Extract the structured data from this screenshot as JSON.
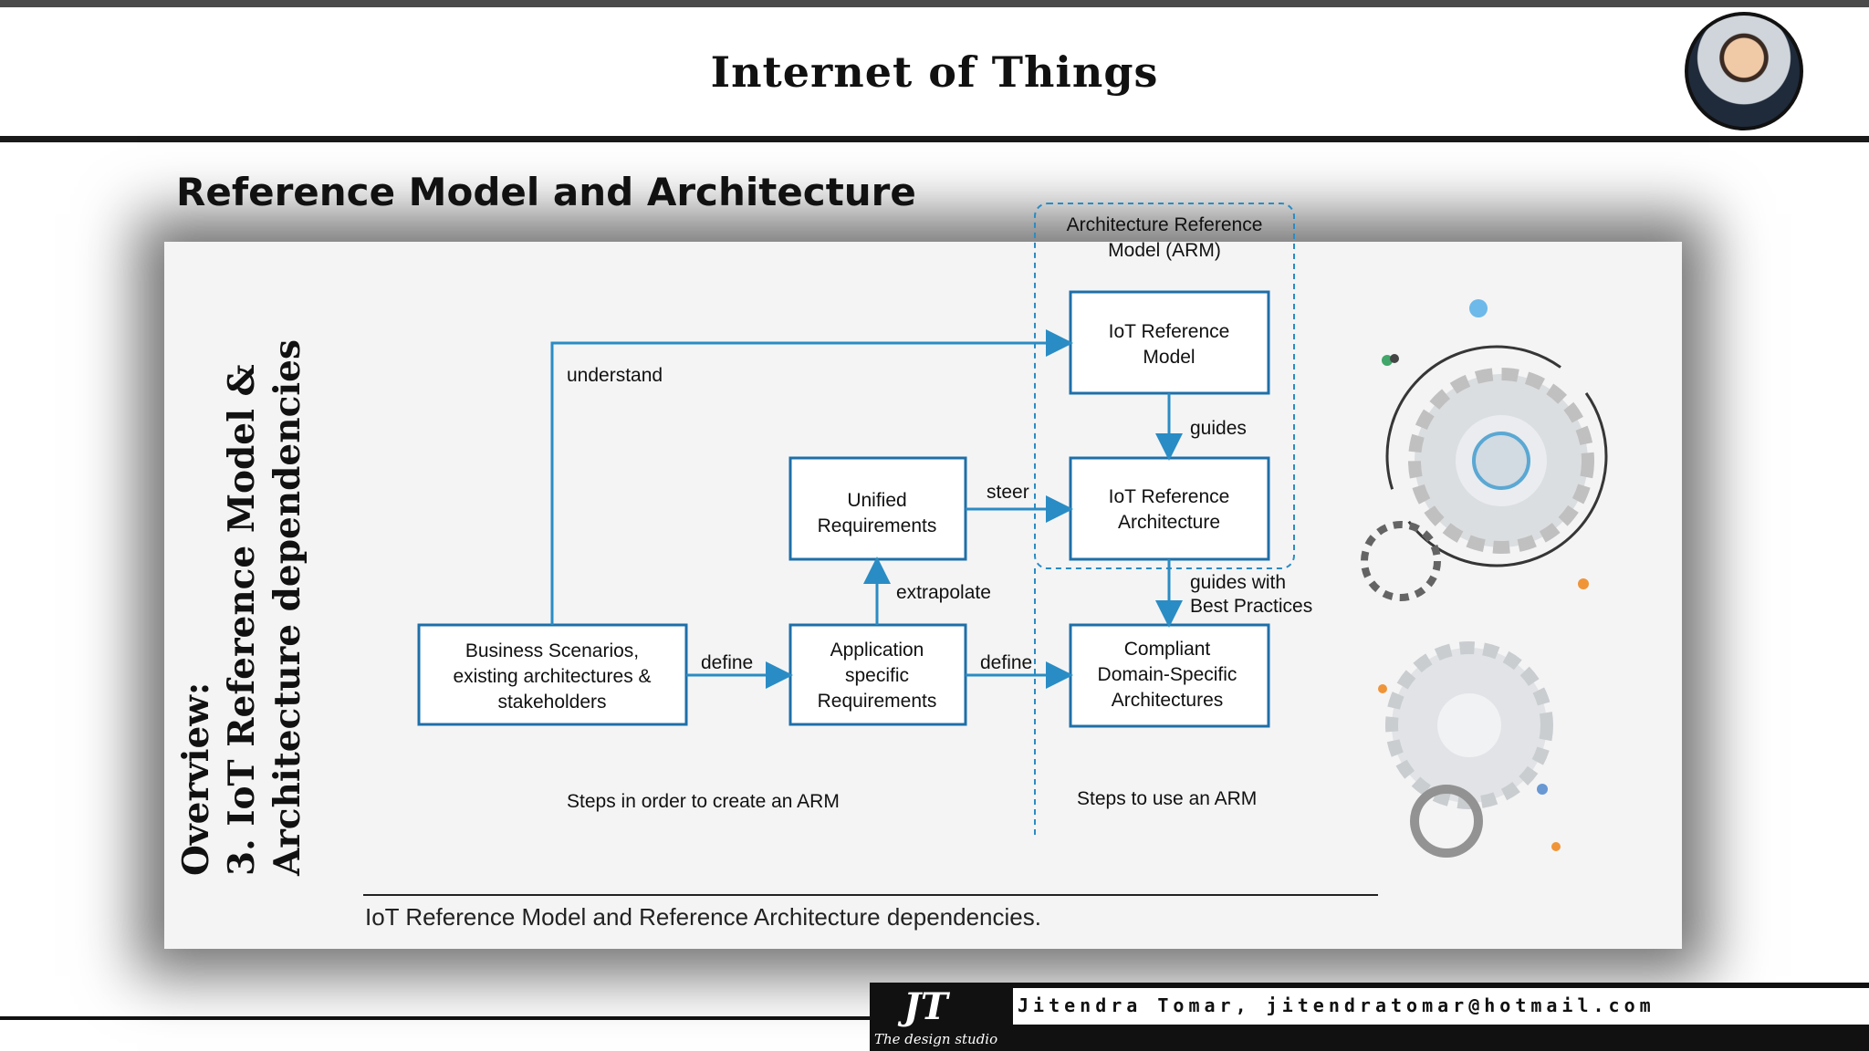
{
  "header": {
    "title": "Internet of Things"
  },
  "slide": {
    "subtitle": "Reference Model and Architecture",
    "vertical_title_line1": "Overview:",
    "vertical_title_line2": "3. IoT Reference Model &",
    "vertical_title_line3": "Architecture dependencies",
    "caption": "IoT Reference Model and Reference Architecture dependencies."
  },
  "diagram": {
    "arm_group_label_1": "Architecture Reference",
    "arm_group_label_2": "Model (ARM)",
    "nodes": {
      "business": [
        "Business Scenarios,",
        "existing architectures &",
        "stakeholders"
      ],
      "app_req": [
        "Application",
        "specific",
        "Requirements"
      ],
      "unified": [
        "Unified",
        "Requirements"
      ],
      "iot_model": [
        "IoT Reference",
        "Model"
      ],
      "iot_arch": [
        "IoT Reference",
        "Architecture"
      ],
      "compliant": [
        "Compliant",
        "Domain-Specific",
        "Architectures"
      ]
    },
    "edges": {
      "understand": "understand",
      "define1": "define",
      "define2": "define",
      "extrapolate": "extrapolate",
      "steer": "steer",
      "guides": "guides",
      "guides_with_1": "guides with",
      "guides_with_2": "Best Practices"
    },
    "steps_create": "Steps in order to create an ARM",
    "steps_use": "Steps to use an ARM",
    "accent_color": "#2a8cc4"
  },
  "footer": {
    "author": "Jitendra Tomar, jitendratomar@hotmail.com",
    "logo_mark": "JT",
    "logo_sub": "The design studio"
  }
}
